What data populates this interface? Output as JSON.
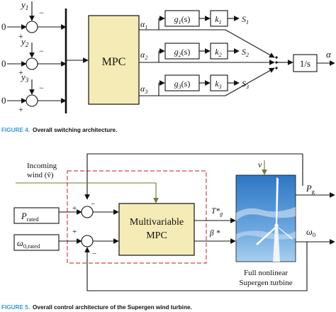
{
  "figure4": {
    "caption_label": "FIGURE 4.",
    "caption_text": "Overall switching architecture.",
    "inputs": [
      {
        "zero": "0",
        "y_label": "y",
        "y_sub": "1",
        "minus": "−",
        "plus": "+"
      },
      {
        "zero": "0",
        "y_label": "y",
        "y_sub": "2",
        "minus": "−",
        "plus": "+"
      },
      {
        "zero": "0",
        "y_label": "y",
        "y_sub": "3",
        "minus": "−",
        "plus": "+"
      }
    ],
    "mpc_label": "MPC",
    "channels": [
      {
        "alpha": "α",
        "alpha_sub": "1",
        "g": "g",
        "g_sub": "1",
        "g_arg": "(s)",
        "k": "k",
        "k_sub": "1",
        "s": "S",
        "s_sub": "1"
      },
      {
        "alpha": "α",
        "alpha_sub": "2",
        "g": "g",
        "g_sub": "2",
        "g_arg": "(s)",
        "k": "k",
        "k_sub": "2",
        "s": "S",
        "s_sub": "2"
      },
      {
        "alpha": "α",
        "alpha_sub": "3",
        "g": "g",
        "g_sub": "3",
        "g_arg": "(s)",
        "k": "k",
        "k_sub": "3",
        "s": "S",
        "s_sub": "3"
      }
    ],
    "integrator_label": "1/s",
    "output_label": "α"
  },
  "figure5": {
    "caption_label": "FIGURE 5.",
    "caption_text": "Overall control architecture of the Supergen wind turbine.",
    "wind_label_line1": "Incoming",
    "wind_label_line2": "wind (v̄)",
    "p_rated_main": "P",
    "p_rated_sub": "rated",
    "omega_rated_main": "ω",
    "omega_rated_sub": "0,rated",
    "mpc_line1": "Multivariable",
    "mpc_line2": "MPC",
    "t_out": "T*",
    "t_out_sub": "g",
    "beta_out": "β *",
    "v_label": "v",
    "pg_main": "P",
    "pg_sub": "g",
    "omega0_main": "ω",
    "omega0_sub": "0",
    "turbine_line1": "Full nonlinear",
    "turbine_line2": "Supergen turbine",
    "plus": "+",
    "minus": "−"
  },
  "colors": {
    "mpc_fill": "#f4ebb6",
    "dashed_box": "#d0434a",
    "wind_arrow": "#6f7a2e",
    "caption_accent": "#3a9ad1",
    "sky_top": "#2e77c4",
    "sky_bottom": "#a9cff0"
  }
}
